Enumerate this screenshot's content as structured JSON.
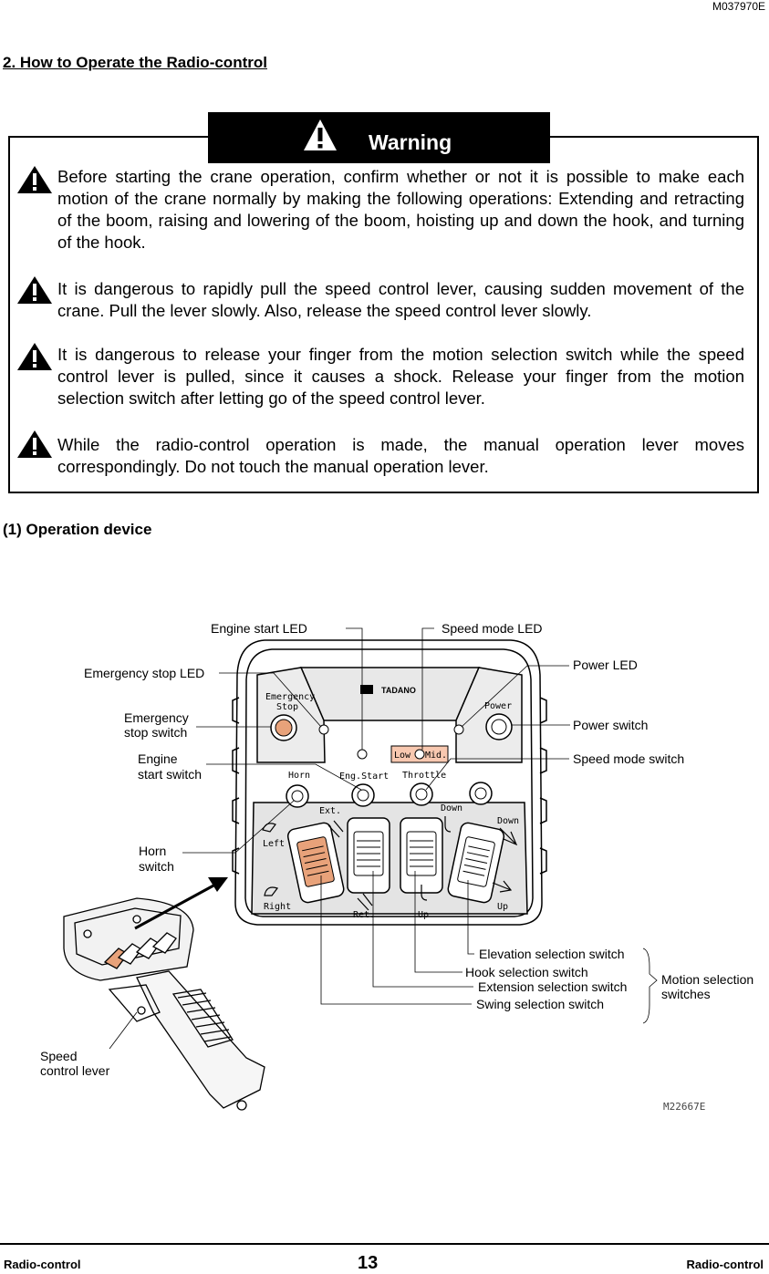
{
  "doc_id": "M037970E",
  "section_title": "2. How to Operate the Radio-control",
  "warning": {
    "label": "Warning",
    "paragraphs": [
      "Before starting the crane operation, confirm whether or not it is possible to make each motion of the crane normally by making the following operations: Extending and retracting of the boom, raising and lowering of the boom, hoisting up and down the hook, and turning of the hook.",
      "It is dangerous to rapidly pull the speed control lever, causing sudden movement of the crane. Pull the lever slowly. Also, release the speed control lever slowly.",
      "It is dangerous to release your finger from the motion selection switch while the speed control lever is pulled, since it causes a shock. Release your finger from the motion selection switch after letting go of the speed control lever.",
      "While the radio-control operation is made, the manual operation lever moves correspondingly. Do not touch the manual operation lever."
    ]
  },
  "subsection_title": "(1) Operation device",
  "figure": {
    "callouts": {
      "engine_start_led": "Engine start LED",
      "speed_mode_led": "Speed mode LED",
      "emergency_stop_led": "Emergency stop LED",
      "power_led": "Power LED",
      "emergency_stop_switch_1": "Emergency",
      "emergency_stop_switch_2": "stop switch",
      "power_switch": "Power switch",
      "engine_start_switch_1": "Engine",
      "engine_start_switch_2": "start switch",
      "speed_mode_switch": "Speed mode switch",
      "horn_switch_1": "Horn",
      "horn_switch_2": "switch",
      "elevation_selection_switch": "Elevation selection switch",
      "hook_selection_switch": "Hook selection switch",
      "extension_selection_switch": "Extension selection switch",
      "swing_selection_switch": "Swing selection switch",
      "motion_selection_1": "Motion selection",
      "motion_selection_2": "switches",
      "speed_control_lever_1": "Speed",
      "speed_control_lever_2": "control lever"
    },
    "panel": {
      "emergency_1": "Emergency",
      "emergency_2": "Stop",
      "brand": "TADANO",
      "power": "Power",
      "low": "Low",
      "mid": "Mid.",
      "horn": "Horn",
      "eng_start": "Eng.Start",
      "throttle": "Throttle",
      "ext": "Ext.",
      "down_hook": "Down",
      "down_boom": "Down",
      "left": "Left",
      "right": "Right",
      "ret": "Ret.",
      "up_hook": "Up",
      "up_boom": "Up"
    },
    "code": "M22667E"
  },
  "footer": {
    "left": "Radio-control",
    "page": "13",
    "right": "Radio-control"
  },
  "colors": {
    "warning_banner": "#000000",
    "speed_mode_led_bg": "#f8c8b0",
    "switch_accent": "#e8a27a"
  }
}
